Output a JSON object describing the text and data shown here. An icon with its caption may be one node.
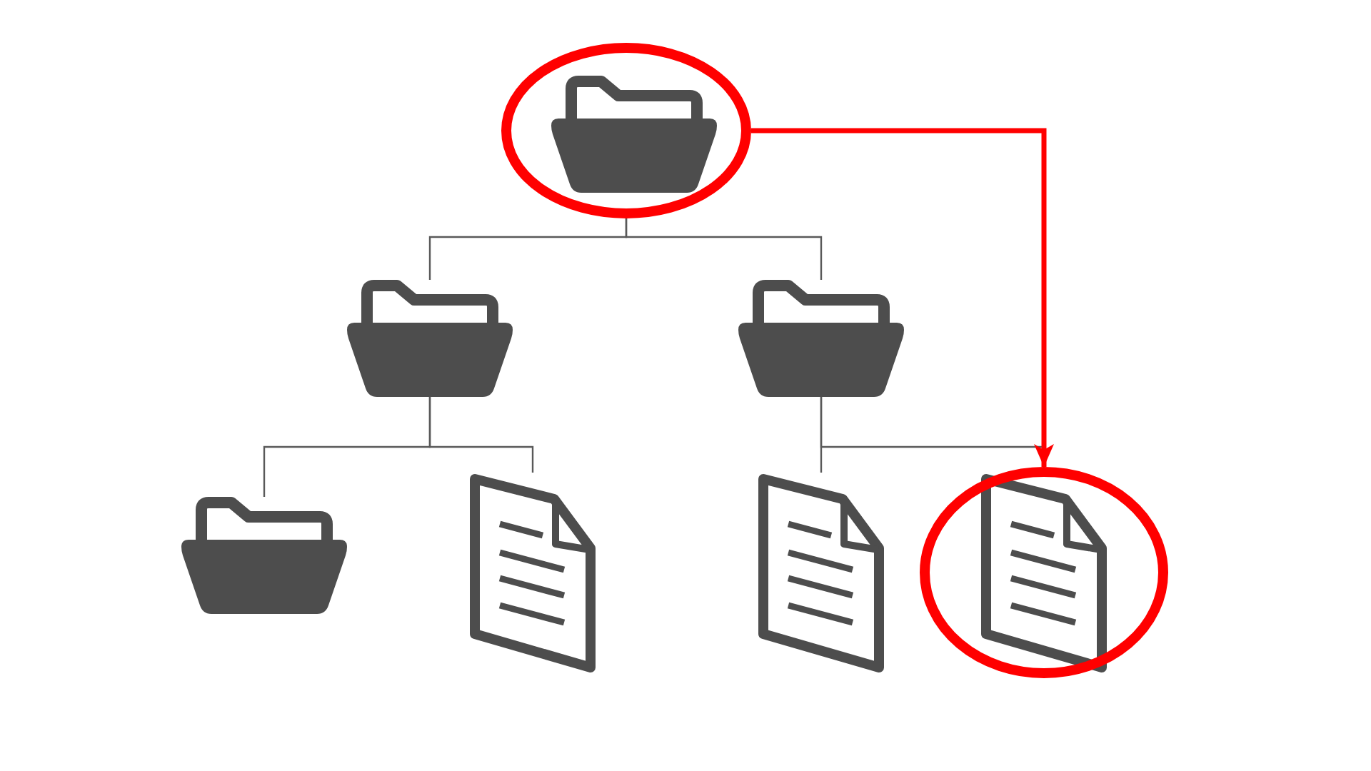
{
  "diagram": {
    "nodes": [
      {
        "text": [],
        "shape": "circle"
      },
      {
        "text": [],
        "shape": "folder",
        "in": 0
      },
      {
        "text": [],
        "shape": "folder"
      },
      {
        "text": [],
        "shape": "folder"
      },
      {
        "text": [],
        "shape": "folder"
      },
      {
        "text": [],
        "shape": "picture"
      },
      {
        "text": [],
        "shape": "picture"
      },
      {
        "text": [],
        "shape": "circle"
      },
      {
        "text": [],
        "shape": "picture",
        "in": 7
      }
    ],
    "edges": [
      {
        "from": 0,
        "to": 2,
        "arrow": "none"
      },
      {
        "from": 0,
        "to": 3,
        "arrow": "none"
      },
      {
        "from": 2,
        "to": 4,
        "arrow": "none"
      },
      {
        "from": 2,
        "to": 5,
        "arrow": "none"
      },
      {
        "from": 3,
        "to": 6,
        "arrow": "none"
      },
      {
        "from": 3,
        "to": 7,
        "arrow": "none"
      },
      {
        "from": 0,
        "to": 7,
        "arrow": "to",
        "style": "thick",
        "color": "#ff0000"
      }
    ]
  }
}
